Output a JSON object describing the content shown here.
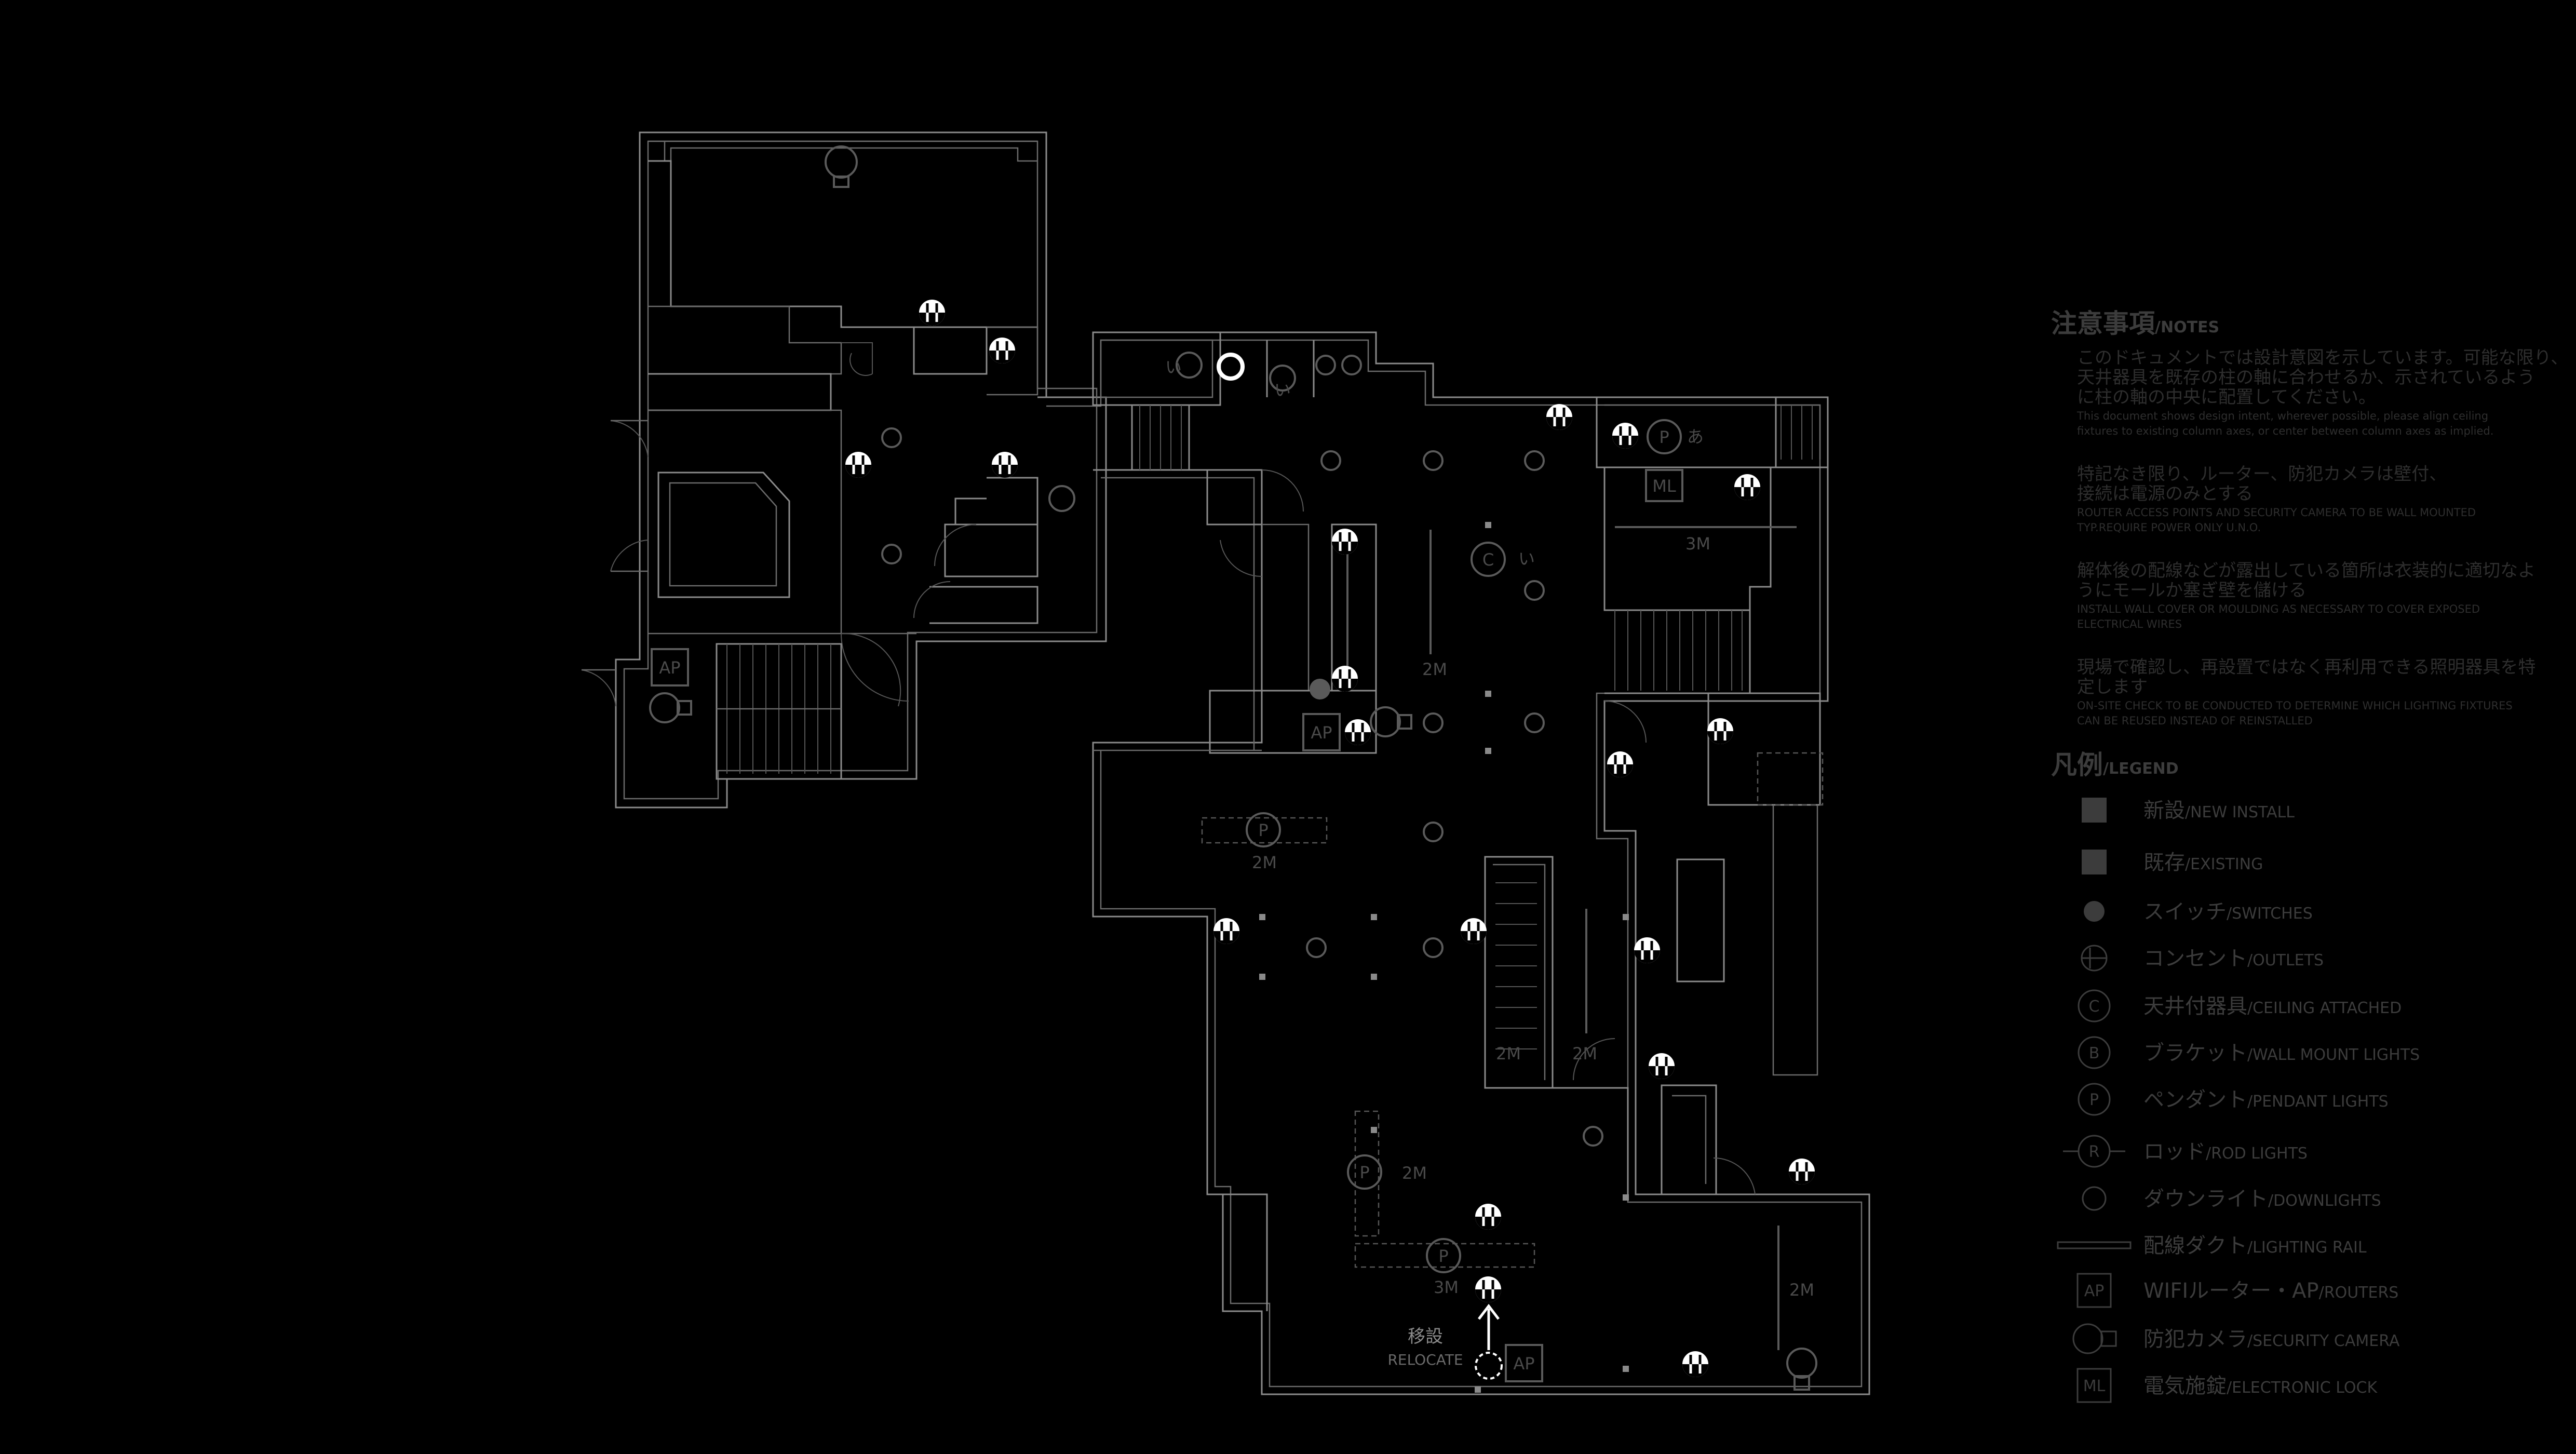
{
  "notes": {
    "title": "注意事項",
    "title_en": "/NOTES",
    "items": [
      {
        "ja": [
          "このドキュメントでは設計意図を示しています。可能な限り、",
          "天井器具を既存の柱の軸に合わせるか、示されているよう",
          "に柱の軸の中央に配置してください。"
        ],
        "en": [
          "This document shows design intent, wherever possible, please align ceiling",
          "fixtures to existing column axes, or center between column axes as implied."
        ]
      },
      {
        "ja": [
          "特記なき限り、ルーター、防犯カメラは壁付、",
          "接続は電源のみとする"
        ],
        "en": [
          "ROUTER ACCESS POINTS AND SECURITY CAMERA TO BE WALL MOUNTED",
          "TYP.REQUIRE POWER ONLY U.N.O."
        ]
      },
      {
        "ja": [
          "解体後の配線などが露出している箇所は衣装的に適切なよ",
          "うにモールか塞ぎ壁を儲ける"
        ],
        "en": [
          "INSTALL WALL COVER OR MOULDING AS NECESSARY TO COVER EXPOSED",
          "ELECTRICAL WIRES"
        ]
      },
      {
        "ja": [
          "現場で確認し、再設置ではなく再利用できる照明器具を特",
          "定します"
        ],
        "en": [
          "ON-SITE CHECK TO BE CONDUCTED TO DETERMINE WHICH LIGHTING FIXTURES",
          "CAN BE REUSED INSTEAD OF REINSTALLED"
        ]
      }
    ]
  },
  "legend": {
    "title": "凡例",
    "title_en": "/LEGEND",
    "items": [
      {
        "key": "new",
        "ja": "新設",
        "en": "/NEW INSTALL",
        "icon": "new-install-icon"
      },
      {
        "key": "existing",
        "ja": "既存",
        "en": "/EXISTING",
        "icon": "existing-icon"
      },
      {
        "key": "switch",
        "ja": "スイッチ",
        "en": "/SWITCHES",
        "icon": "switch-icon"
      },
      {
        "key": "outlet",
        "ja": "コンセント",
        "en": "/OUTLETS",
        "icon": "outlet-icon"
      },
      {
        "key": "ceiling",
        "ja": "天井付器具",
        "en": "/CEILING ATTACHED",
        "icon": "ceiling-light-icon",
        "letter": "C"
      },
      {
        "key": "bracket",
        "ja": "ブラケット",
        "en": "/WALL MOUNT LIGHTS",
        "icon": "bracket-light-icon",
        "letter": "B"
      },
      {
        "key": "pendant",
        "ja": "ペンダント",
        "en": "/PENDANT LIGHTS",
        "icon": "pendant-light-icon",
        "letter": "P"
      },
      {
        "key": "rod",
        "ja": "ロッド",
        "en": "/ROD LIGHTS",
        "icon": "rod-light-icon",
        "letter": "R"
      },
      {
        "key": "downlight",
        "ja": "ダウンライト",
        "en": "/DOWNLIGHTS",
        "icon": "downlight-icon"
      },
      {
        "key": "rail",
        "ja": "配線ダクト",
        "en": "/LIGHTING RAIL",
        "icon": "lighting-rail-icon"
      },
      {
        "key": "router",
        "ja": "WIFIルーター・AP",
        "en": "/ROUTERS",
        "icon": "router-icon",
        "letter": "AP"
      },
      {
        "key": "camera",
        "ja": "防犯カメラ",
        "en": "/SECURITY CAMERA",
        "icon": "security-camera-icon"
      },
      {
        "key": "lock",
        "ja": "電気施錠",
        "en": "/ELECTRONIC LOCK",
        "icon": "electronic-lock-icon",
        "letter": "ML"
      }
    ]
  },
  "plan": {
    "labels": {
      "ap": "AP",
      "ml": "ML",
      "p": "P",
      "c": "C",
      "i": "い",
      "a": "あ",
      "len_2m": "2M",
      "len_3m": "3M",
      "relocate_ja": "移設",
      "relocate_en": "RELOCATE"
    }
  },
  "colors": {
    "background": "#000000",
    "walls": "#8a8a8a",
    "fixtures": "#555555",
    "new_install": "#ffffff",
    "legend_text": "#3c3c3c"
  }
}
